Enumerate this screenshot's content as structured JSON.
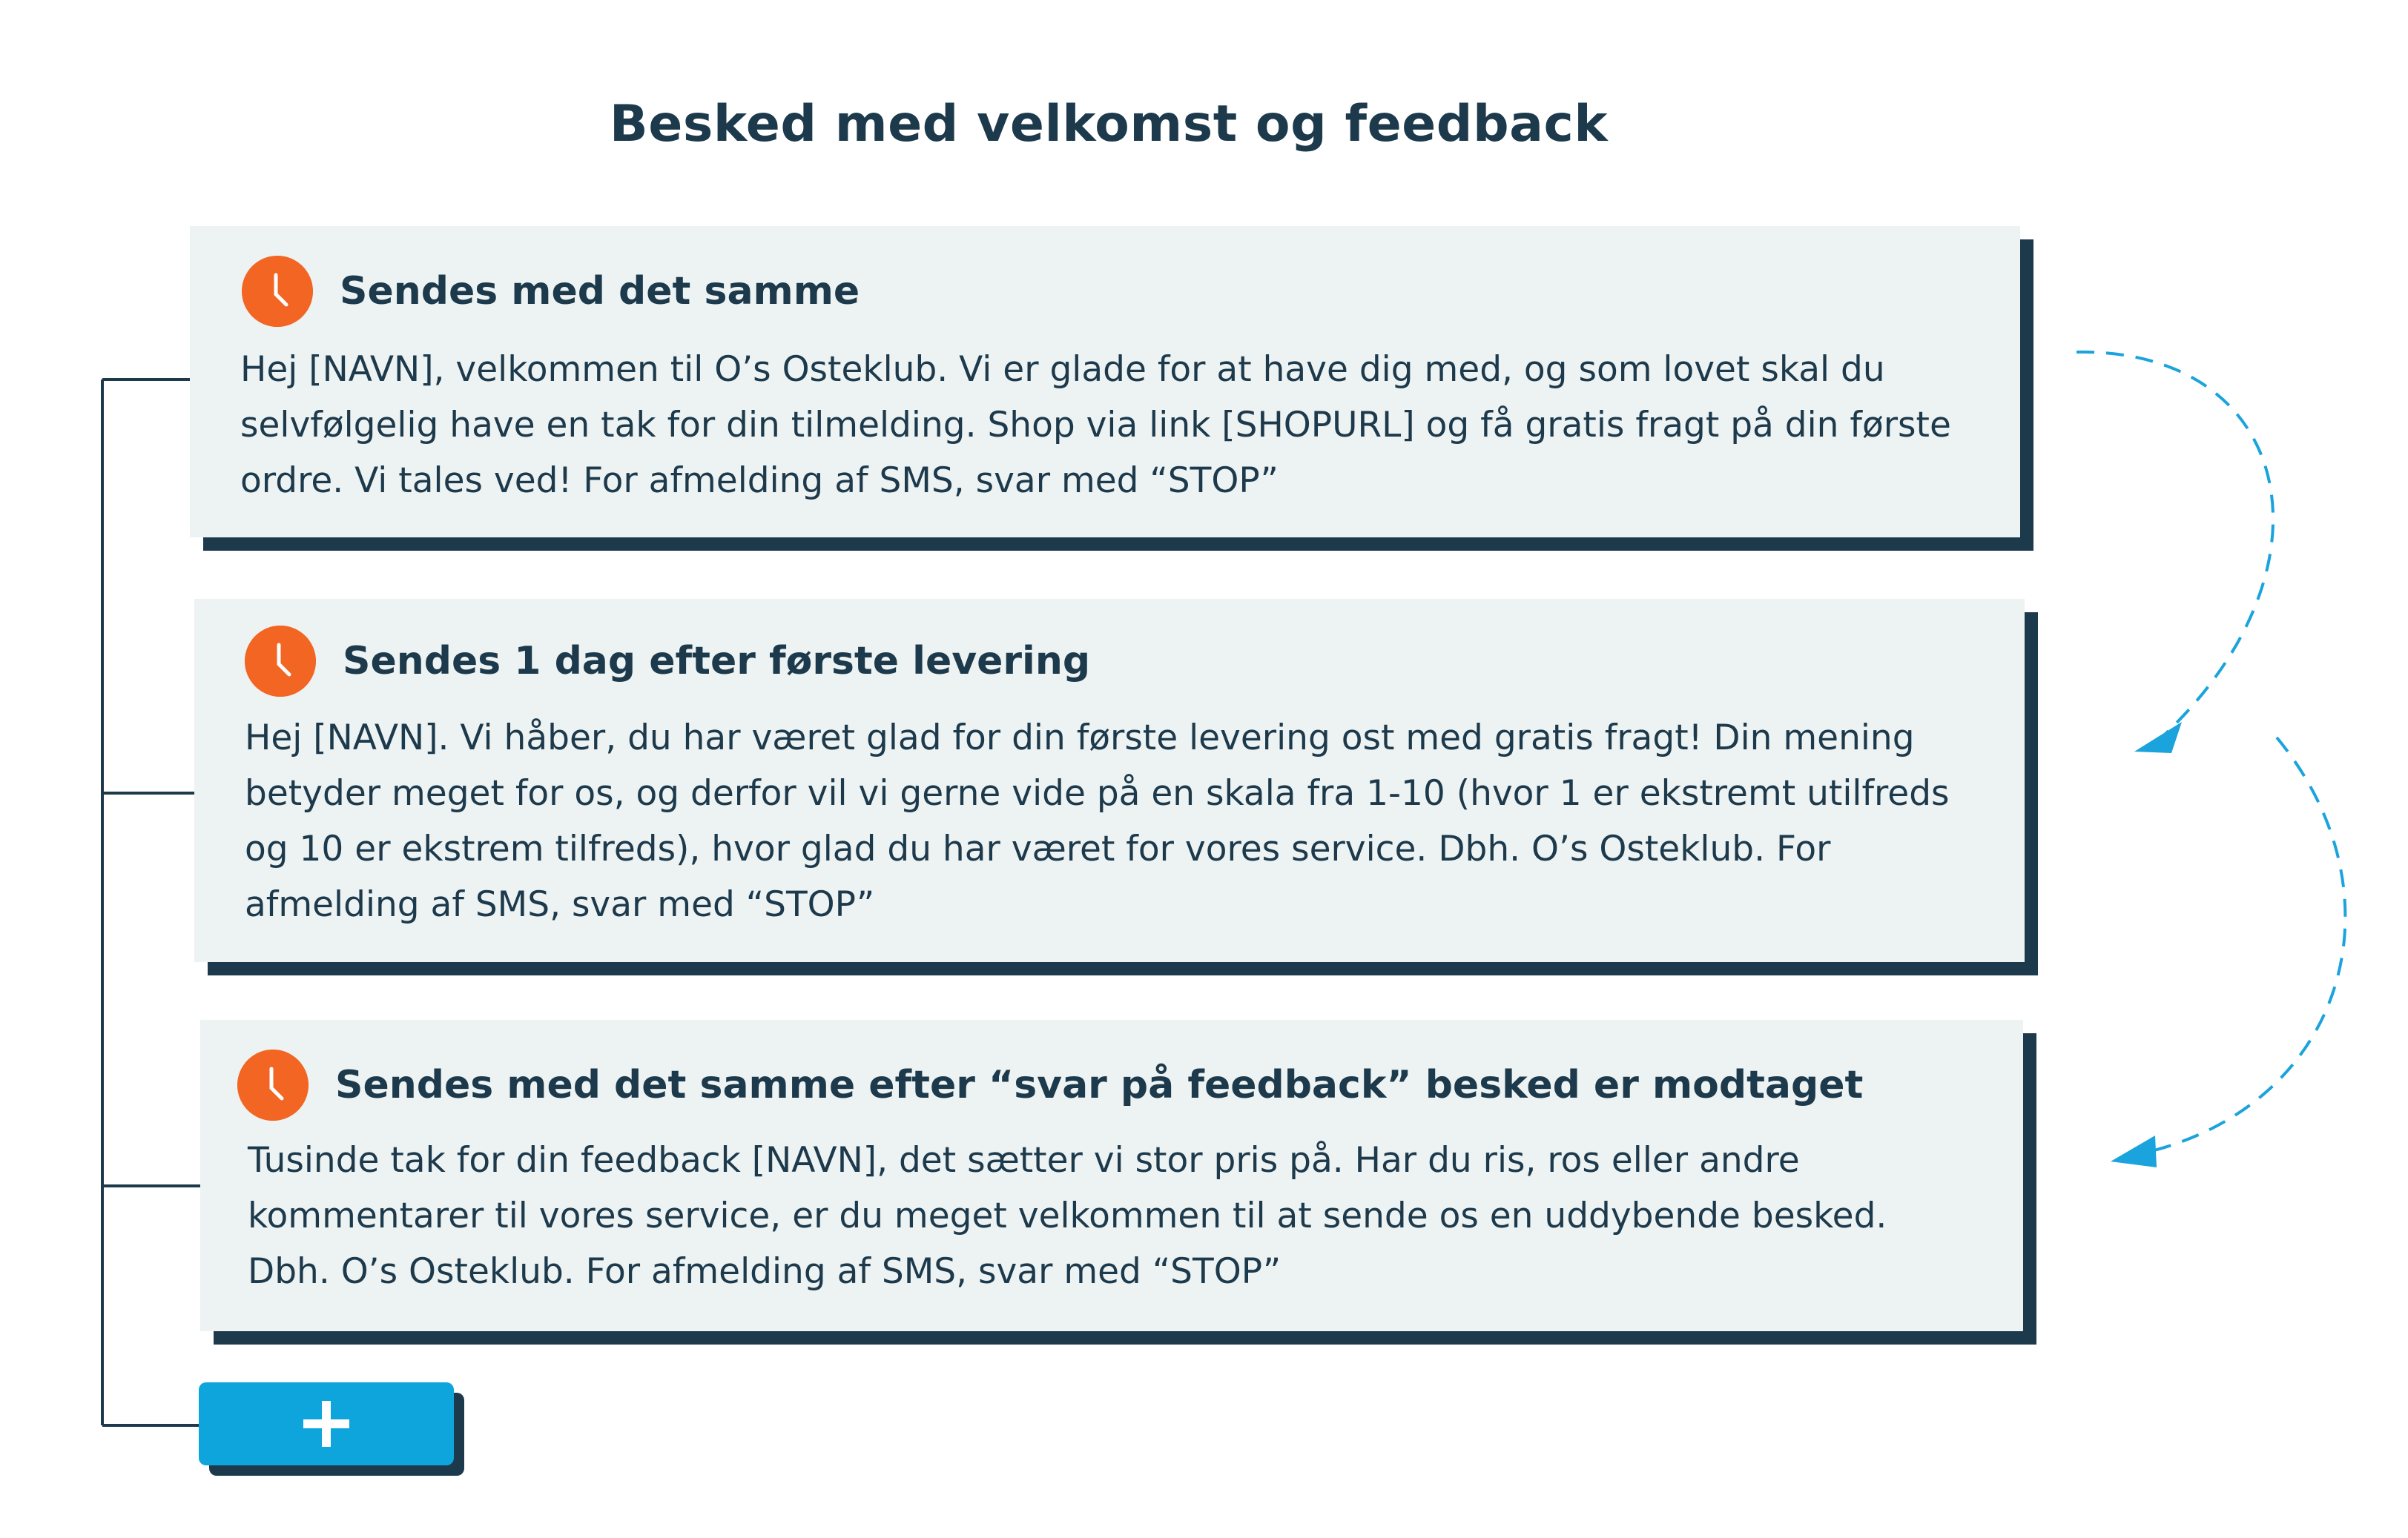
{
  "title": "Besked med velkomst og feedback",
  "colors": {
    "primary": "#1d3a4c",
    "accent_orange": "#f26522",
    "accent_blue": "#0ea5dc",
    "card_bg": "#edf2f2"
  },
  "messages": [
    {
      "icon": "clock-icon",
      "title": "Sendes med det samme",
      "body": "Hej [NAVN], velkommen til O’s Osteklub. Vi er glade for at have dig med, og som lovet skal du selvfølgelig have en tak for din tilmelding. Shop via link [SHOPURL] og få gratis fragt på din første ordre. Vi tales ved! For afmelding af SMS, svar med “STOP”"
    },
    {
      "icon": "clock-icon",
      "title": "Sendes 1 dag efter første levering",
      "body": "Hej [NAVN]. Vi håber, du har været glad for din første levering ost med gratis fragt! Din mening betyder meget for os, og derfor vil vi gerne vide på en skala fra 1-10 (hvor 1 er ekstremt utilfreds og 10 er ekstrem tilfreds), hvor glad du har været for vores service. Dbh. O’s Osteklub. For afmelding af SMS, svar med “STOP”"
    },
    {
      "icon": "clock-icon",
      "title": "Sendes med det samme efter “svar på feedback” besked er modtaget",
      "body": "Tusinde tak for din feedback [NAVN], det sætter vi stor pris på. Har du ris, ros eller andre kommentarer til vores service, er du meget velkommen til at sende os en uddybende besked. Dbh. O’s Osteklub. For afmelding af SMS, svar med “STOP”"
    }
  ],
  "add_button": {
    "icon": "plus-icon"
  }
}
